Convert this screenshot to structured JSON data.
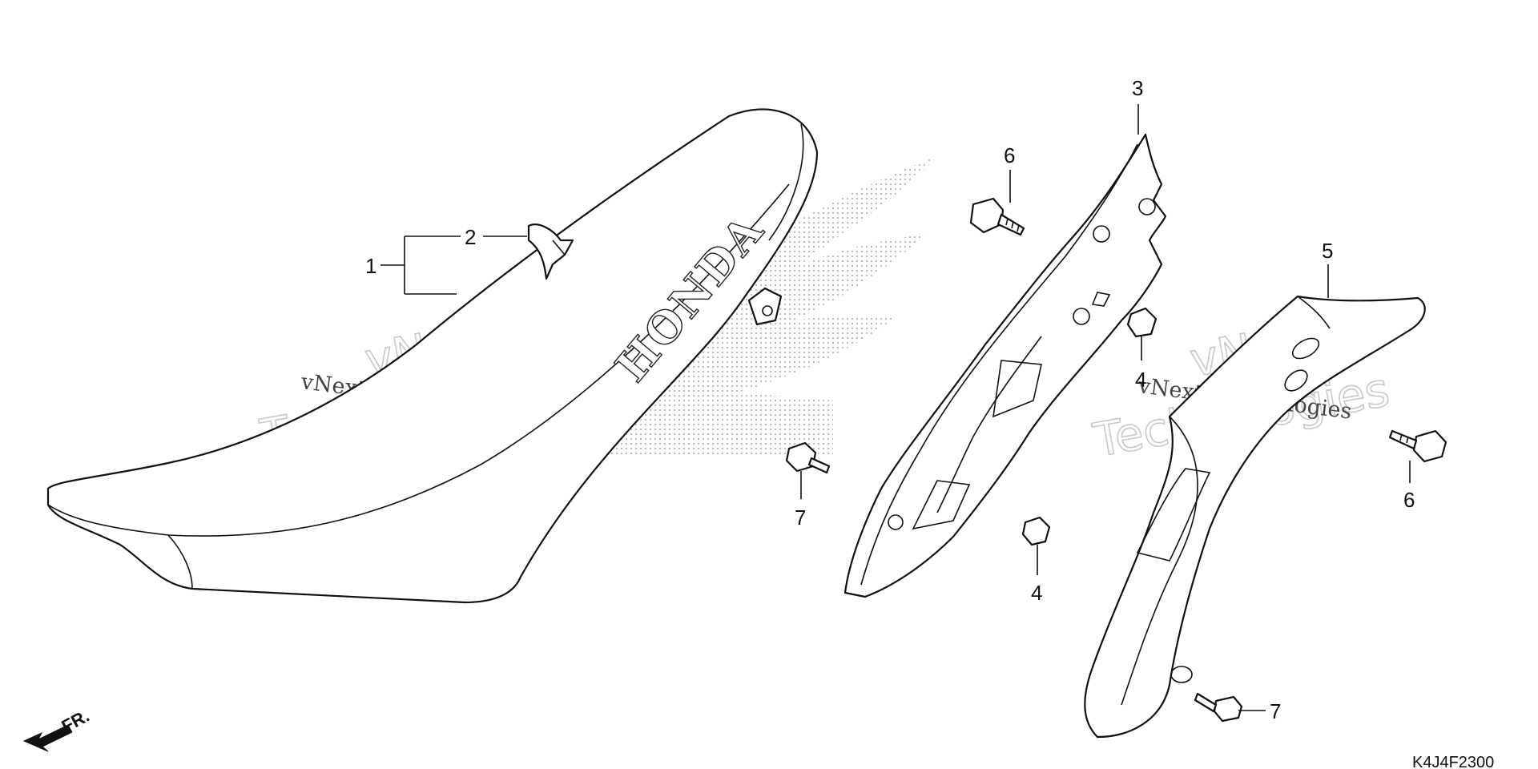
{
  "callouts": [
    {
      "id": "c1",
      "label": "1"
    },
    {
      "id": "c2",
      "label": "2"
    },
    {
      "id": "c3",
      "label": "3"
    },
    {
      "id": "c4a",
      "label": "4"
    },
    {
      "id": "c4b",
      "label": "4"
    },
    {
      "id": "c5",
      "label": "5"
    },
    {
      "id": "c6a",
      "label": "6"
    },
    {
      "id": "c6b",
      "label": "6"
    },
    {
      "id": "c7a",
      "label": "7"
    },
    {
      "id": "c7b",
      "label": "7"
    }
  ],
  "seat_logo_text": "HONDA",
  "watermark": {
    "brand": "vNext",
    "brand_word2": "Technologies",
    "caption": "vNext Technologies"
  },
  "front_indicator": "FR.",
  "diagram_code": "K4J4F2300",
  "colors": {
    "line": "#111111",
    "watermark": "#c8c8c8",
    "background": "#ffffff"
  }
}
